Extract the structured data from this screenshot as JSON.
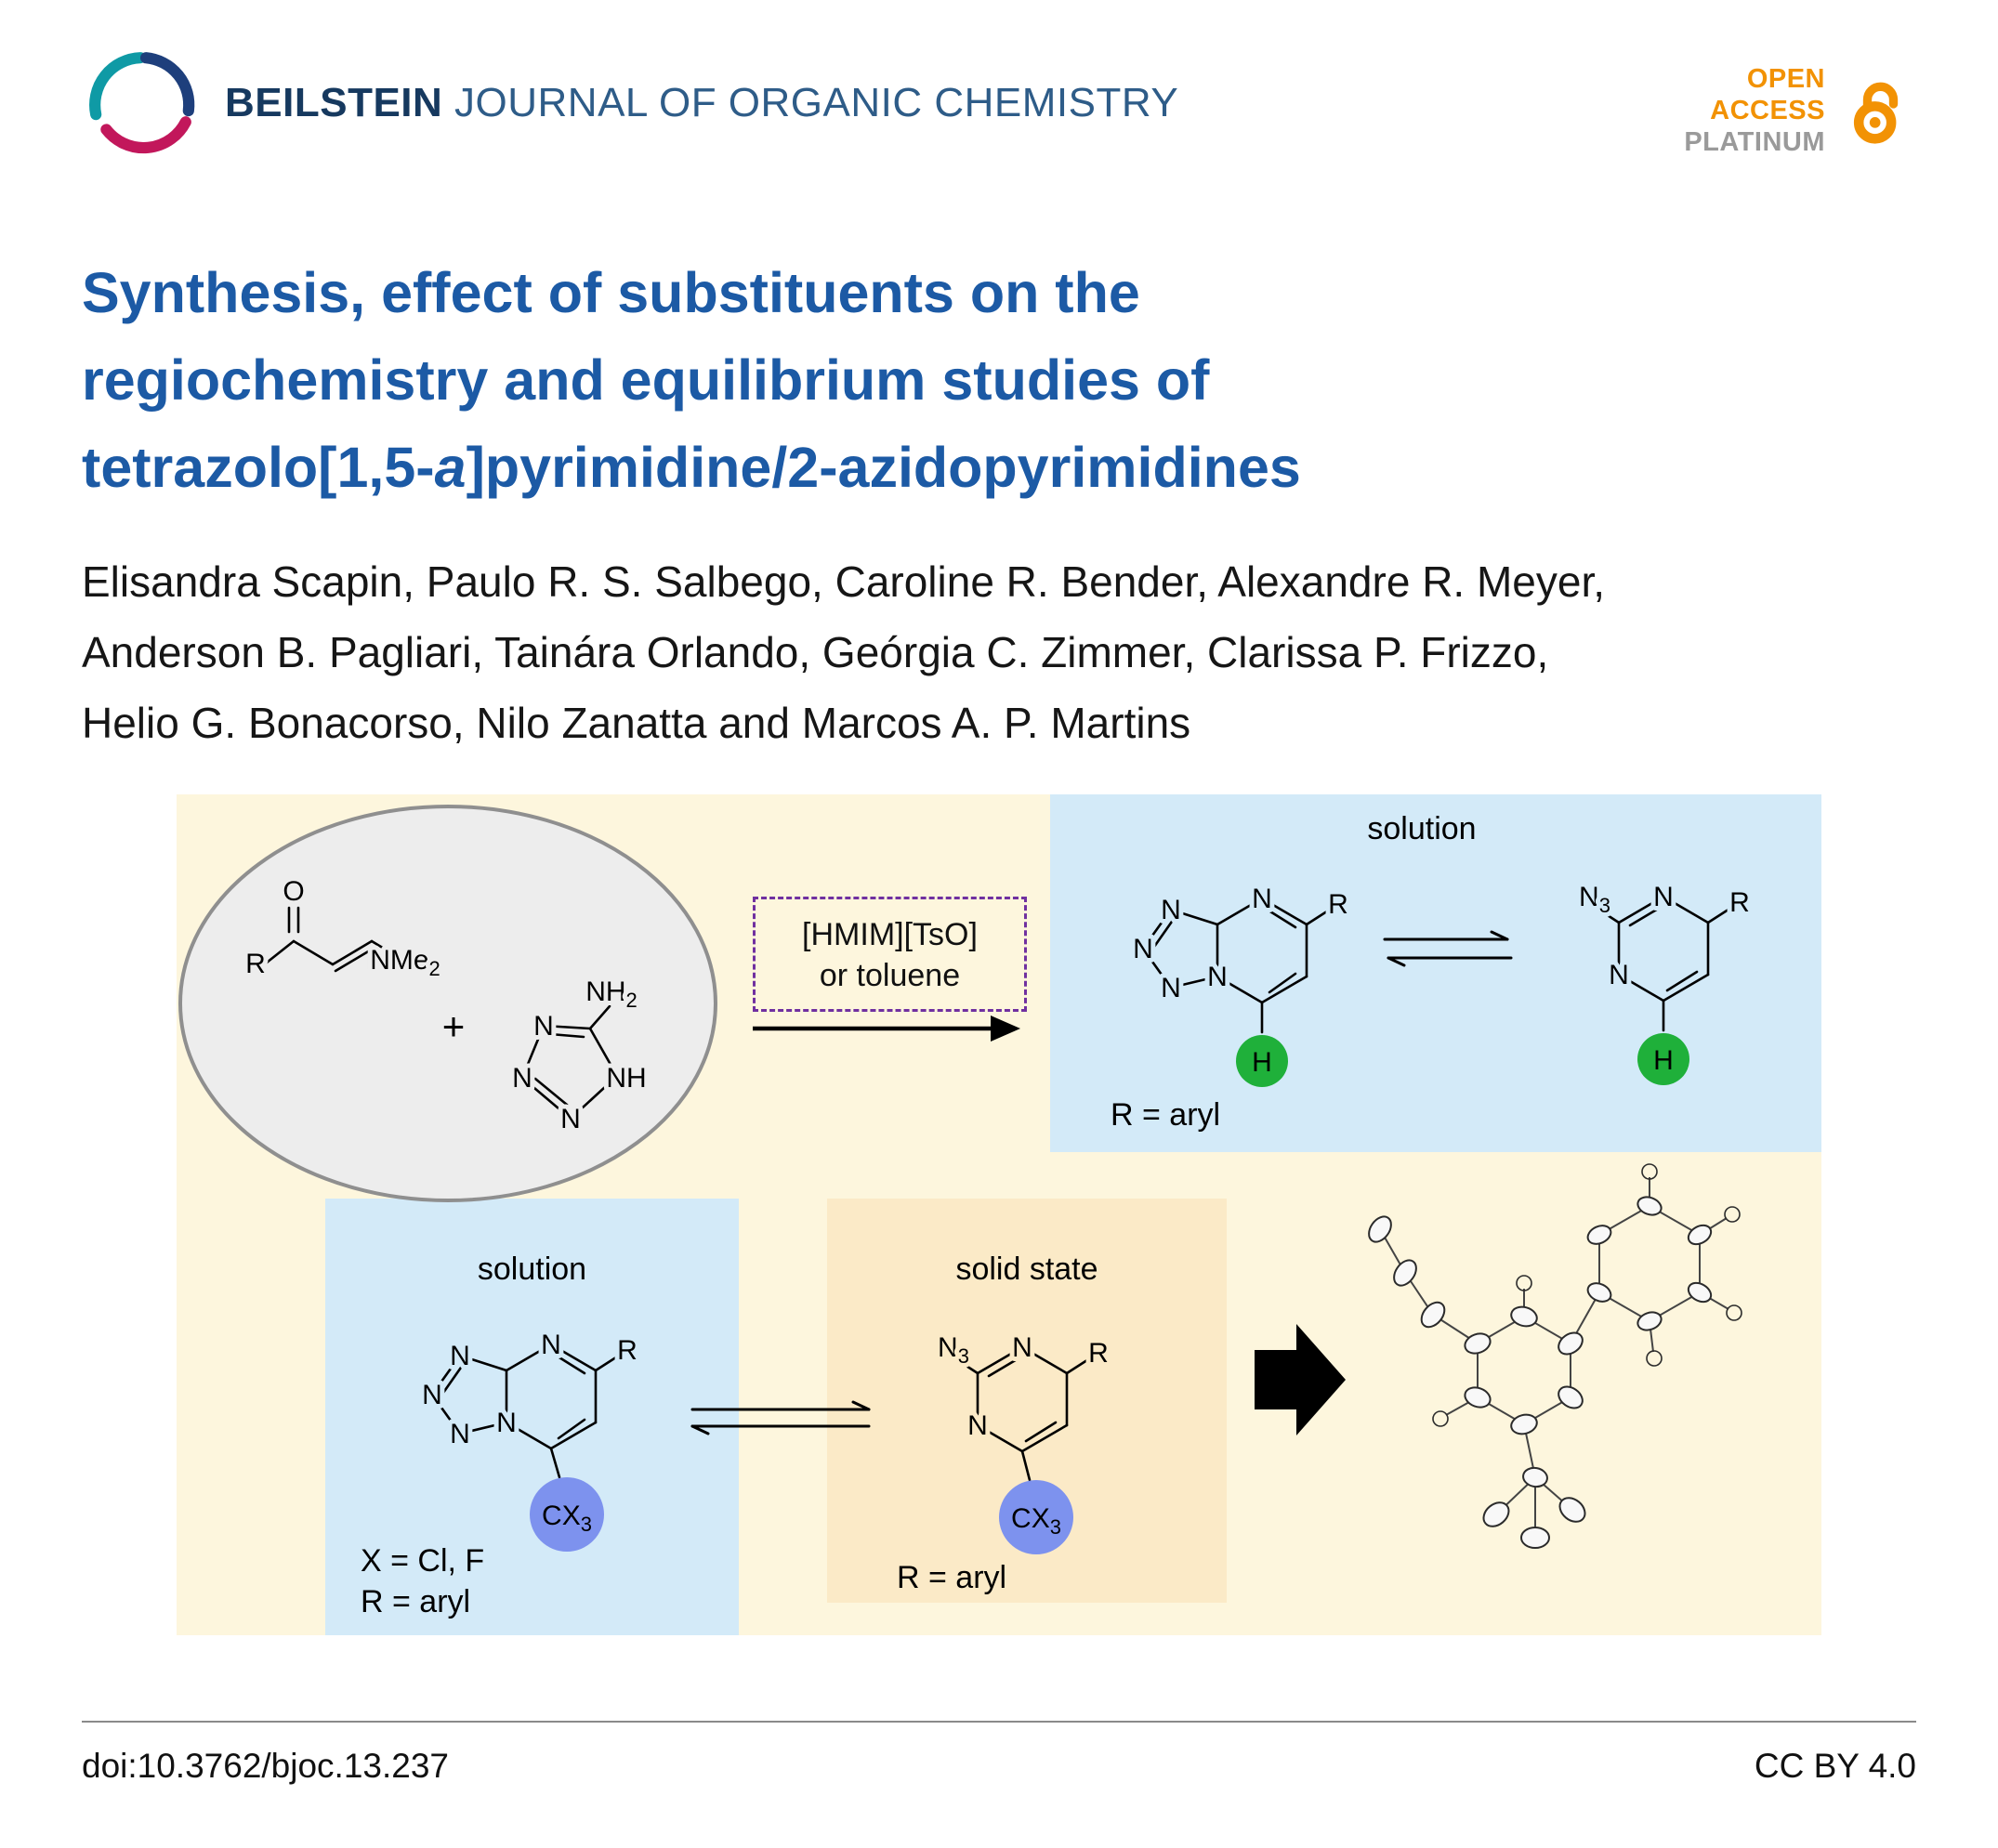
{
  "header": {
    "journal_bold": "BEILSTEIN",
    "journal_rest": " JOURNAL OF ORGANIC CHEMISTRY",
    "open_access": {
      "line1": "OPEN",
      "line2": "ACCESS",
      "line3": "PLATINUM"
    }
  },
  "title": {
    "line1": "Synthesis, effect of substituents on the",
    "line2": "regiochemistry and equilibrium studies of",
    "line3_pre": "tetrazolo[1,5-",
    "line3_italic": "a",
    "line3_post": "]pyrimidine/2-azidopyrimidines"
  },
  "authors": {
    "line1": "Elisandra Scapin, Paulo R. S. Salbego, Caroline R. Bender, Alexandre R. Meyer,",
    "line2": "Anderson B. Pagliari, Tainára Orlando, Geórgia C. Zimmer, Clarissa P. Frizzo,",
    "line3": "Helio G. Bonacorso, Nilo Zanatta and Marcos A. P. Martins"
  },
  "abstract": {
    "solution_top": "solution",
    "solution_bottom": "solution",
    "solid_state": "solid state",
    "reagent_line1": "[HMIM][TsO]",
    "reagent_line2": "or toluene",
    "r_aryl_top": "R = aryl",
    "r_aryl_bottom_left": "R = aryl",
    "r_aryl_bottom_mid": "R = aryl",
    "x_cl_f": "X = Cl, F",
    "plus": "+"
  },
  "atoms": {
    "O": "O",
    "R": "R",
    "N": "N",
    "NH": "NH",
    "H": "H",
    "NMe": "NMe",
    "CX": "CX",
    "sub2": "2",
    "sub3": "3"
  },
  "footer": {
    "doi": "doi:10.3762/bjoc.13.237",
    "license": "CC BY 4.0"
  },
  "colors": {
    "title-blue": "#1c5aa5",
    "journal-navy": "#16395f",
    "journal-blue": "#2e5c88",
    "oa-orange": "#f29204",
    "platinum-gray": "#9a9a9a",
    "bg-cream": "#fdf6dd",
    "box-blue": "#d3eaf8",
    "box-orange": "#fbeac7",
    "green-circle": "#1fb03a",
    "blue-circle": "#7d92ee",
    "purple-dash": "#7030a0"
  }
}
